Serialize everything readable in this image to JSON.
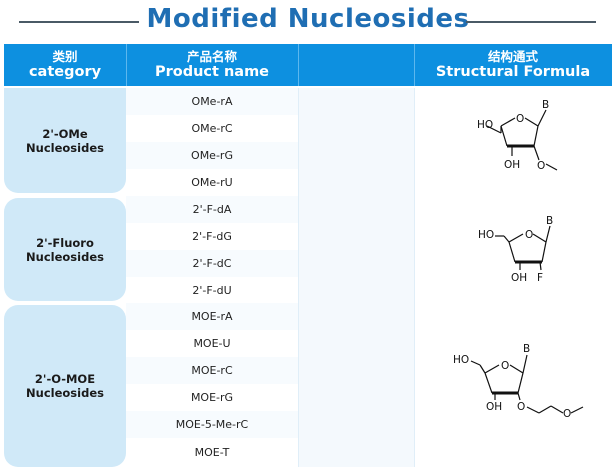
{
  "title": "Modified Nucleosides",
  "header": {
    "category_zh": "类别",
    "category_en": "category",
    "product_zh": "产品名称",
    "product_en": "Product name",
    "formula_zh": "结构通式",
    "formula_en": "Structural Formula"
  },
  "groups": [
    {
      "category": [
        "2'-OMe",
        "Nucleosides"
      ],
      "products": [
        "OMe-rA",
        "OMe-rC",
        "OMe-rG",
        "OMe-rU"
      ],
      "formula": {
        "ho": "HO",
        "b": "B",
        "oh": "OH",
        "sub": "O"
      }
    },
    {
      "category": [
        "2'-Fluoro",
        "Nucleosides"
      ],
      "products": [
        "2'-F-dA",
        "2'-F-dG",
        "2'-F-dC",
        "2'-F-dU"
      ],
      "formula": {
        "ho": "HO",
        "b": "B",
        "oh": "OH",
        "sub": "F"
      }
    },
    {
      "category": [
        "2'-O-MOE",
        "Nucleosides"
      ],
      "products": [
        "MOE-rA",
        "MOE-U",
        "MOE-rC",
        "MOE-rG",
        "MOE-5-Me-rC",
        "MOE-T"
      ],
      "formula": {
        "ho": "HO",
        "b": "B",
        "oh": "OH",
        "sub": "O"
      }
    }
  ]
}
